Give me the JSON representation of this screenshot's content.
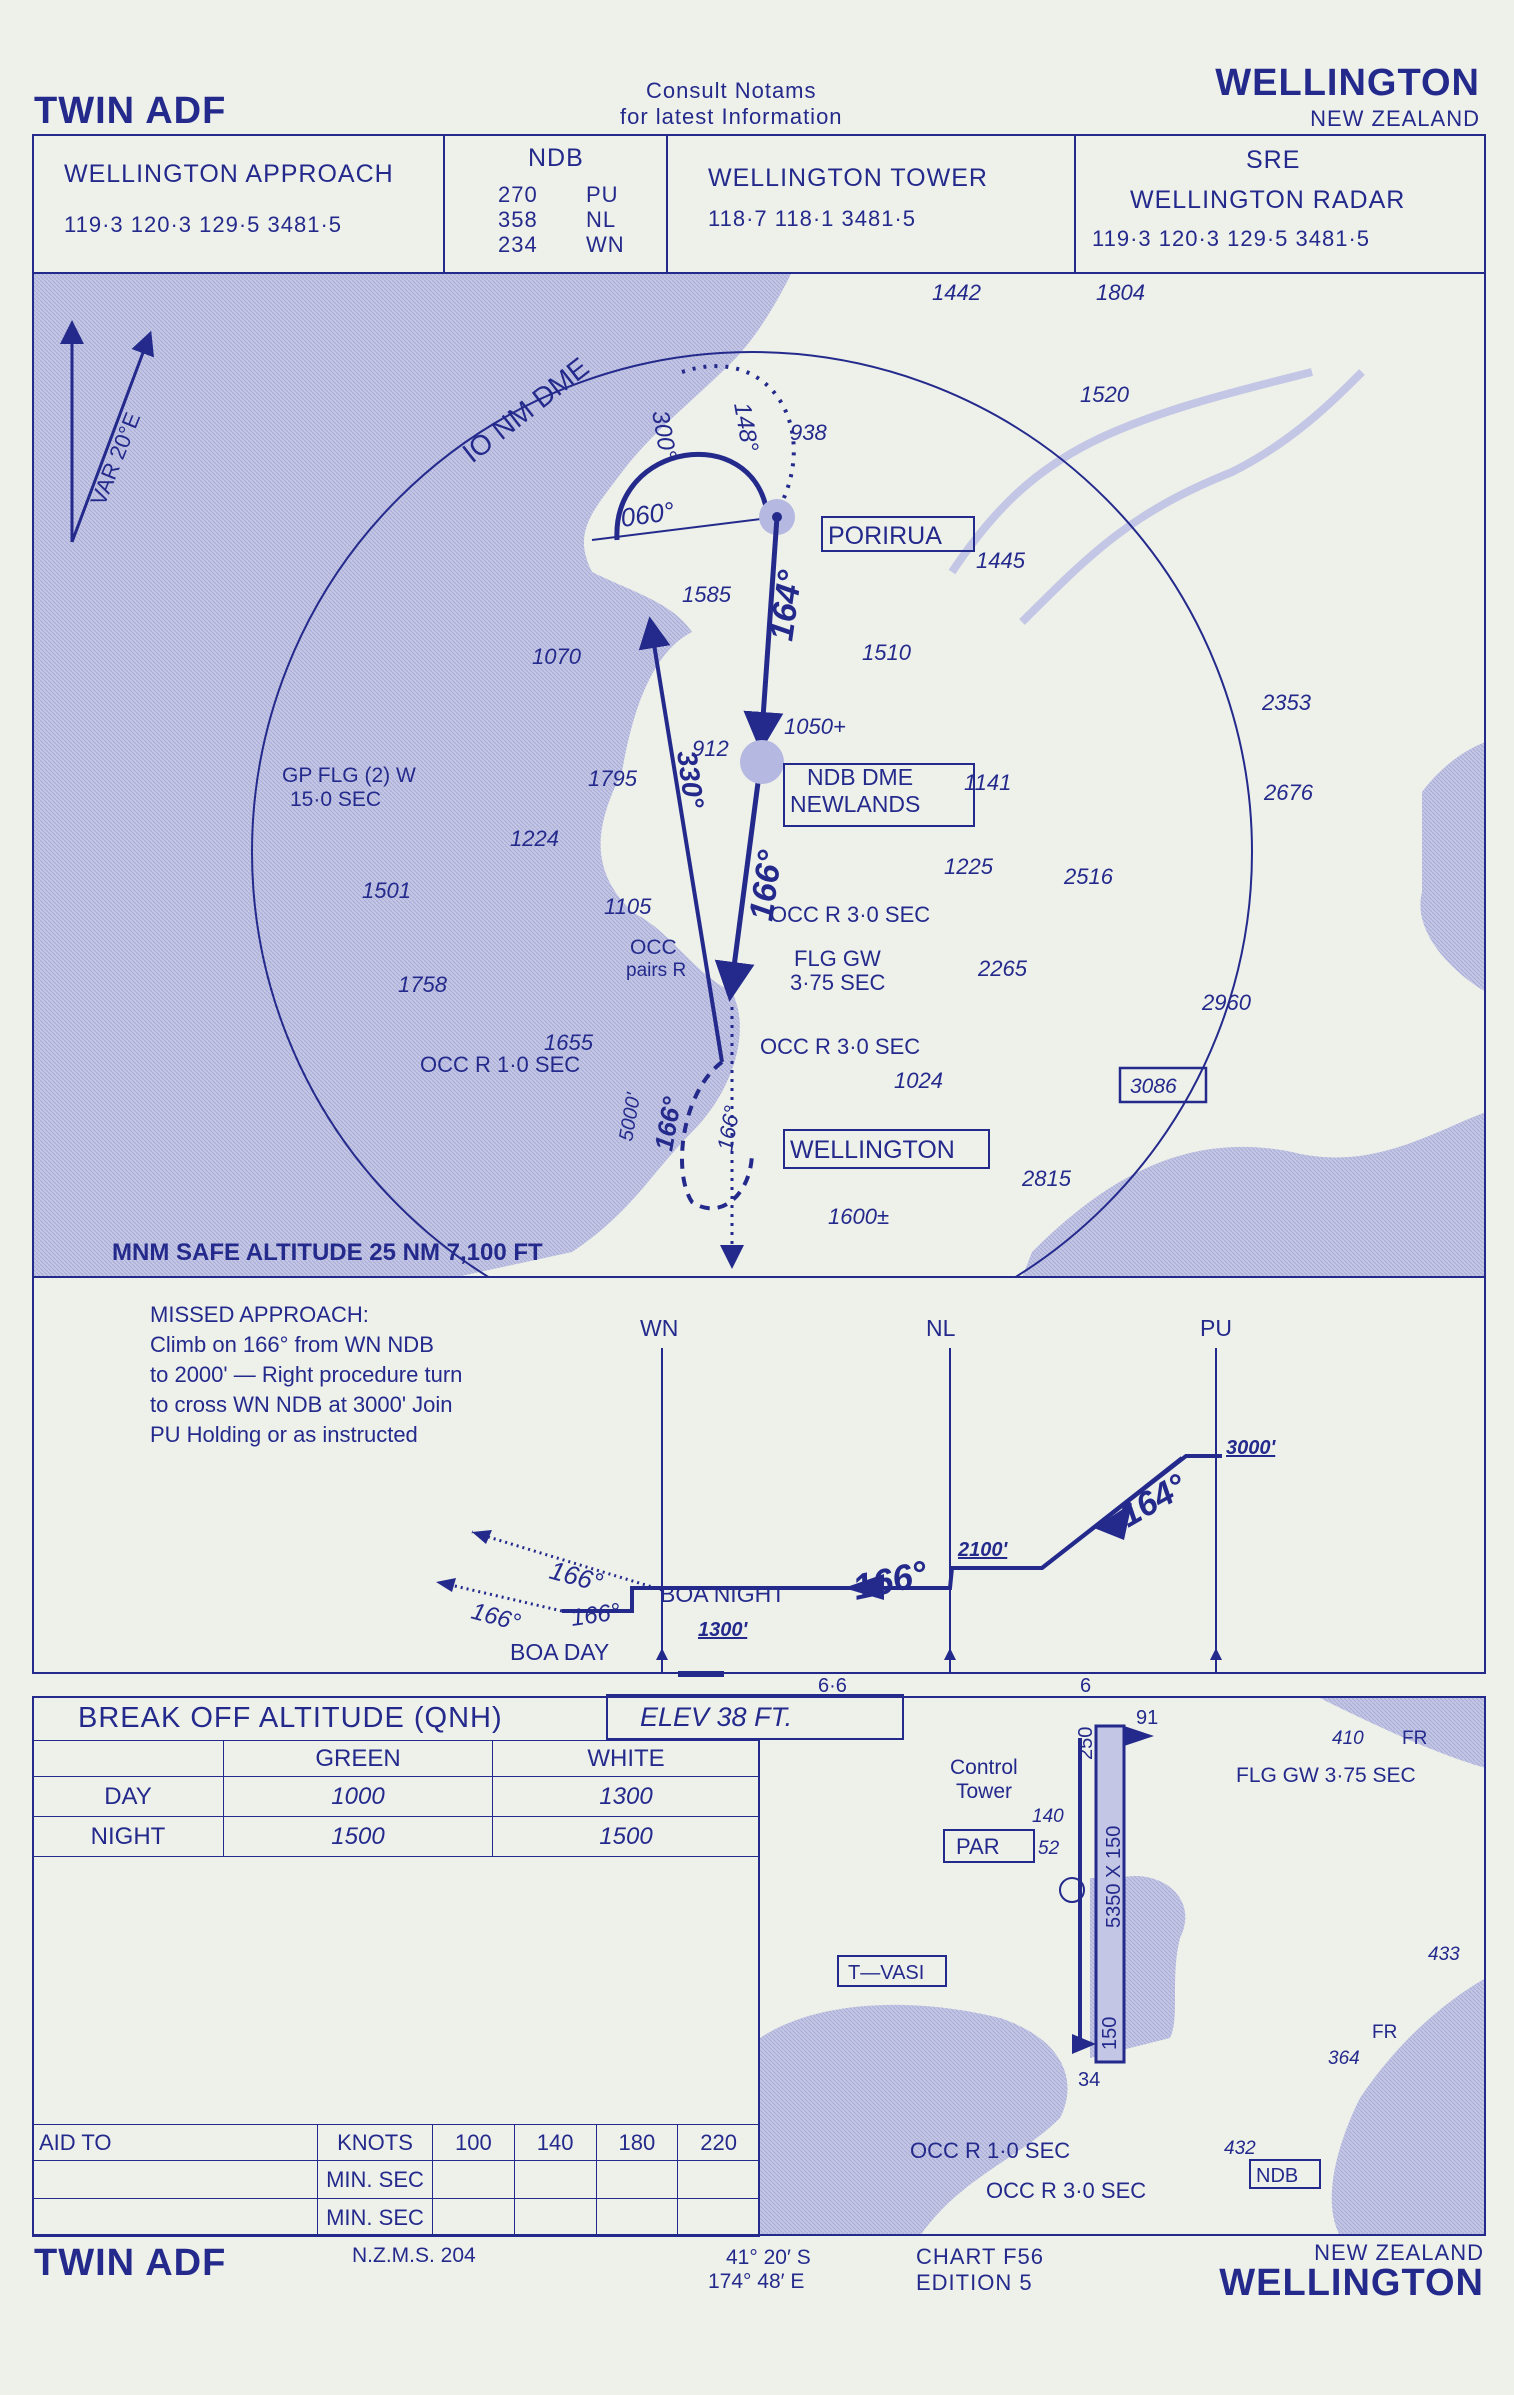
{
  "header": {
    "left_title": "TWIN ADF",
    "notams_line1": "Consult  Notams",
    "notams_line2": "for  latest  Information",
    "city": "WELLINGTON",
    "country": "NEW ZEALAND"
  },
  "frequencies": {
    "approach": {
      "title": "WELLINGTON APPROACH",
      "values": "119·3   120·3   129·5   3481·5"
    },
    "ndb": {
      "title": "NDB",
      "rows": [
        {
          "freq": "270",
          "id": "PU"
        },
        {
          "freq": "358",
          "id": "NL"
        },
        {
          "freq": "234",
          "id": "WN"
        }
      ]
    },
    "tower": {
      "title": "WELLINGTON   TOWER",
      "values": "118·7        118·1        3481·5"
    },
    "radar": {
      "title1": "SRE",
      "title2": "WELLINGTON RADAR",
      "values": "119·3   120·3   129·5   3481·5"
    }
  },
  "plan_view": {
    "variation": "VAR  20°E",
    "dme_arc": "IO NM DME",
    "msa": "MNM SAFE ALTITUDE 25 NM  7,100 FT",
    "porirua": "PORIRUA",
    "newlands_1": "NDB DME",
    "newlands_2": "NEWLANDS",
    "wellington": "WELLINGTON",
    "headings": {
      "h060": "060°",
      "h300": "300°",
      "h148": "148°",
      "h164": "164°",
      "h330": "330°",
      "h166a": "166°",
      "h166b": "166°",
      "h166c": "166°",
      "alt5000": "5000'"
    },
    "lights": {
      "gp": "GP FLG (2) W",
      "gp2": "15·0 SEC",
      "occ_pairs1": "OCC",
      "occ_pairs2": "pairs R",
      "occ_r3_a": "OCC R 3·0 SEC",
      "flg_gw1": "FLG  GW",
      "flg_gw2": "3·75 SEC",
      "occ_r3_b": "OCC R  3·0 SEC",
      "occ_r1": "OCC R 1·0 SEC"
    },
    "spot_heights": {
      "s1442": "1442",
      "s1804": "1804",
      "s1520": "1520",
      "s938": "938",
      "s1445": "1445",
      "s1585": "1585",
      "s1510": "1510",
      "s1070": "1070",
      "s2353": "2353",
      "s1050": "1050+",
      "s912": "912",
      "s1795": "1795",
      "s1141": "1141",
      "s2676": "2676",
      "s1224": "1224",
      "s1225": "1225",
      "s2516": "2516",
      "s1501": "1501",
      "s1105": "1105",
      "s2265": "2265",
      "s1758": "1758",
      "s2960": "2960",
      "s1655": "1655",
      "s1024": "1024",
      "s3086": "3086",
      "s2815": "2815",
      "s1600": "1600±"
    }
  },
  "profile": {
    "missed_approach": [
      "MISSED APPROACH:",
      "Climb on 166° from WN NDB",
      "to 2000' — Right procedure turn",
      " to cross WN NDB at 3000' Join",
      " PU Holding or as instructed"
    ],
    "fix_wn": "WN",
    "fix_nl": "NL",
    "fix_pu": "PU",
    "alt3000": "3000'",
    "alt2100": "2100'",
    "alt1300": "1300'",
    "h164": "164°",
    "h166": "166°",
    "h166n": "166°",
    "h166d": "166°",
    "h166dd": "166°",
    "boa_night": "BOA NIGHT",
    "boa_day": "BOA DAY",
    "dist1": "6·6",
    "dist2": "6"
  },
  "break_off": {
    "title": "BREAK OFF ALTITUDE (QNH)",
    "elev": "ELEV   38         FT.",
    "col_green": "GREEN",
    "col_white": "WHITE",
    "rows": [
      {
        "label": "DAY",
        "green": "1000",
        "white": "1300"
      },
      {
        "label": "NIGHT",
        "green": "1500",
        "white": "1500"
      }
    ]
  },
  "aerodrome": {
    "control_tower_1": "Control",
    "control_tower_2": "Tower",
    "tower_elev": "140",
    "par": "PAR",
    "par_elev": "52",
    "tvasi": "T—VASI",
    "rwy_top": "250",
    "rwy_top2": "91",
    "rwy_len": "5350  X  150",
    "rwy_bot": "150",
    "rwy_bot2": "34",
    "fr1_elev": "410",
    "fr1": "FR",
    "flg_gw": "FLG GW 3·75 SEC",
    "obs433": "433",
    "fr2": "FR",
    "fr2_elev": "364",
    "occ_r1": "OCC R 1·0 SEC",
    "obs432": "432",
    "ndb": "NDB",
    "occ_r3": "OCC R 3·0 SEC"
  },
  "aid_to": {
    "label": "AID TO",
    "knots": "KNOTS",
    "speeds": [
      "100",
      "140",
      "180",
      "220"
    ],
    "min_sec": "MIN. SEC"
  },
  "footer": {
    "left_title": "TWIN ADF",
    "nzms": "N.Z.M.S. 204",
    "lat": "41° 20′ S",
    "lon": "174° 48′ E",
    "chart": "CHART     F56",
    "edition": "EDITION   5",
    "country": "NEW ZEALAND",
    "city": "WELLINGTON"
  },
  "colors": {
    "ink": "#242a8c",
    "paper": "#eef0ea",
    "land": "#c3c6e4"
  }
}
